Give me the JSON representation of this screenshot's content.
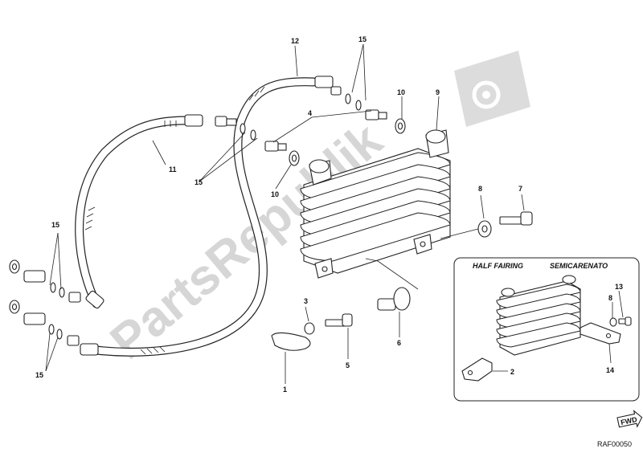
{
  "callouts": {
    "c1": "1",
    "c3": "3",
    "c5": "5",
    "c6": "6",
    "c7": "7",
    "c8": "8",
    "c9": "9",
    "c10a": "10",
    "c10b": "10",
    "c11": "11",
    "c12": "12",
    "c15a": "15",
    "c15b": "15",
    "c15c": "15",
    "c15d": "15",
    "c4": "4"
  },
  "inset": {
    "title_left": "HALF FAIRING",
    "title_right": "SEMICARENATO",
    "c13": "13",
    "c8": "8",
    "c2": "2",
    "c14": "14"
  },
  "watermark": "PartsRepublik",
  "fwd_label": "FWD",
  "drawing_code": "RAF00050",
  "icons": {
    "watermark_logo": "gear-icon"
  }
}
